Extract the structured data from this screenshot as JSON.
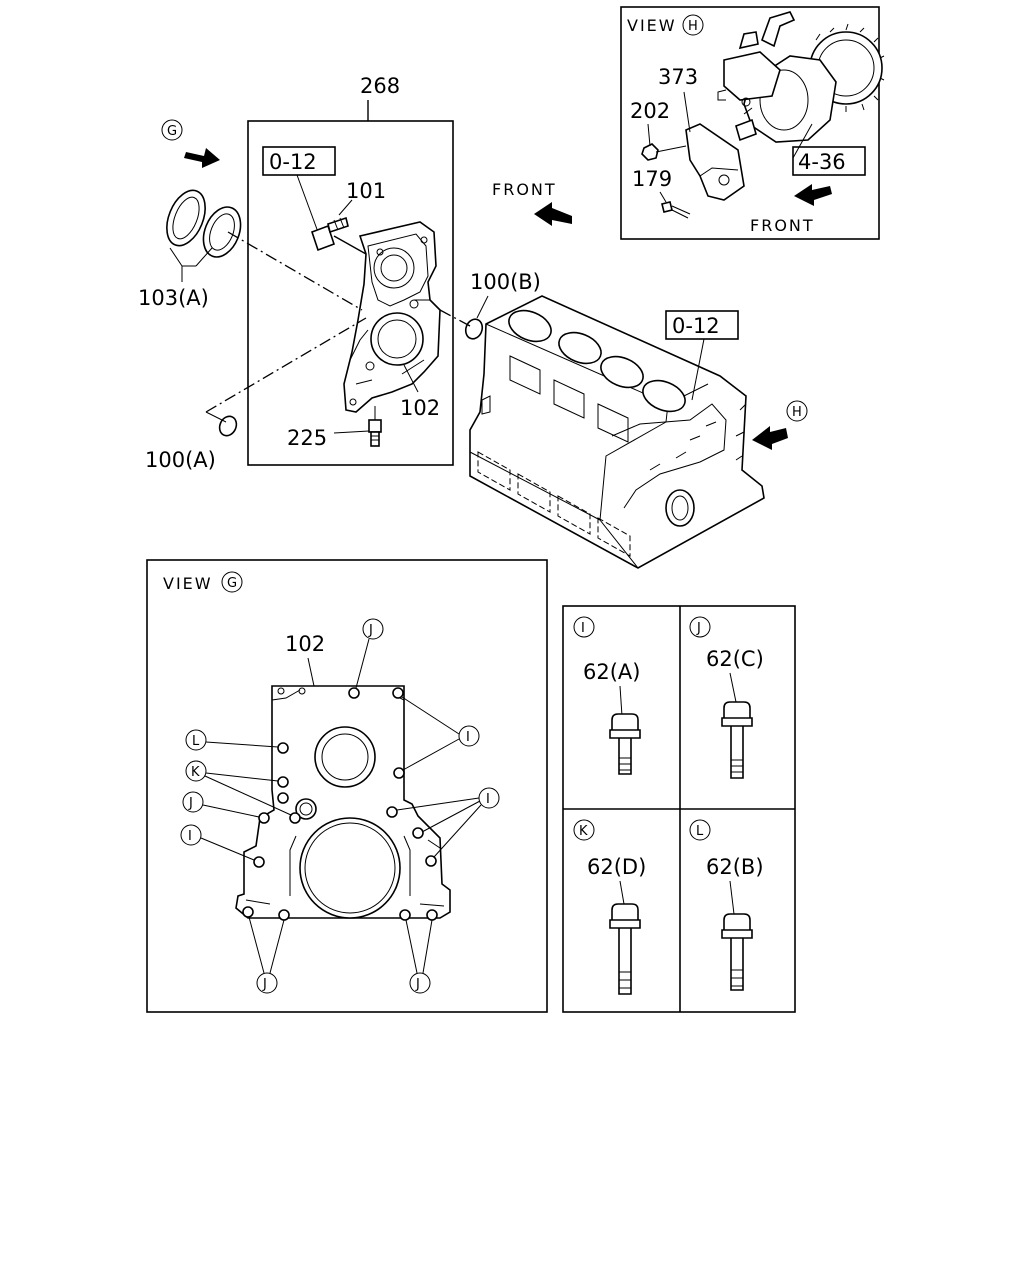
{
  "diagram": {
    "box_268": {
      "number": "268",
      "ref": "0-12",
      "parts": {
        "p101": "101",
        "p102": "102",
        "p225": "225"
      }
    },
    "view_arrow_g": "G",
    "part_103a": "103(A)",
    "part_100a": "100(A)",
    "part_100b": "100(B)",
    "front_top": "FRONT",
    "block_ref": "0-12",
    "view_arrow_h": "H",
    "view_h": {
      "title": "VIEW",
      "letter": "H",
      "p373": "373",
      "p202": "202",
      "p179": "179",
      "ref": "4-36",
      "front": "FRONT"
    },
    "view_g": {
      "title": "VIEW",
      "letter": "G",
      "p102": "102",
      "callouts": {
        "J_top": "J",
        "I_right1": "I",
        "L_left": "L",
        "K_left": "K",
        "I_right2": "I",
        "J_left": "J",
        "I_left": "I",
        "J_bottom_left": "J",
        "J_bottom_right": "J"
      }
    },
    "bolt_table": {
      "cells": [
        {
          "letter": "I",
          "part": "62(A)"
        },
        {
          "letter": "J",
          "part": "62(C)"
        },
        {
          "letter": "K",
          "part": "62(D)"
        },
        {
          "letter": "L",
          "part": "62(B)"
        }
      ]
    }
  }
}
